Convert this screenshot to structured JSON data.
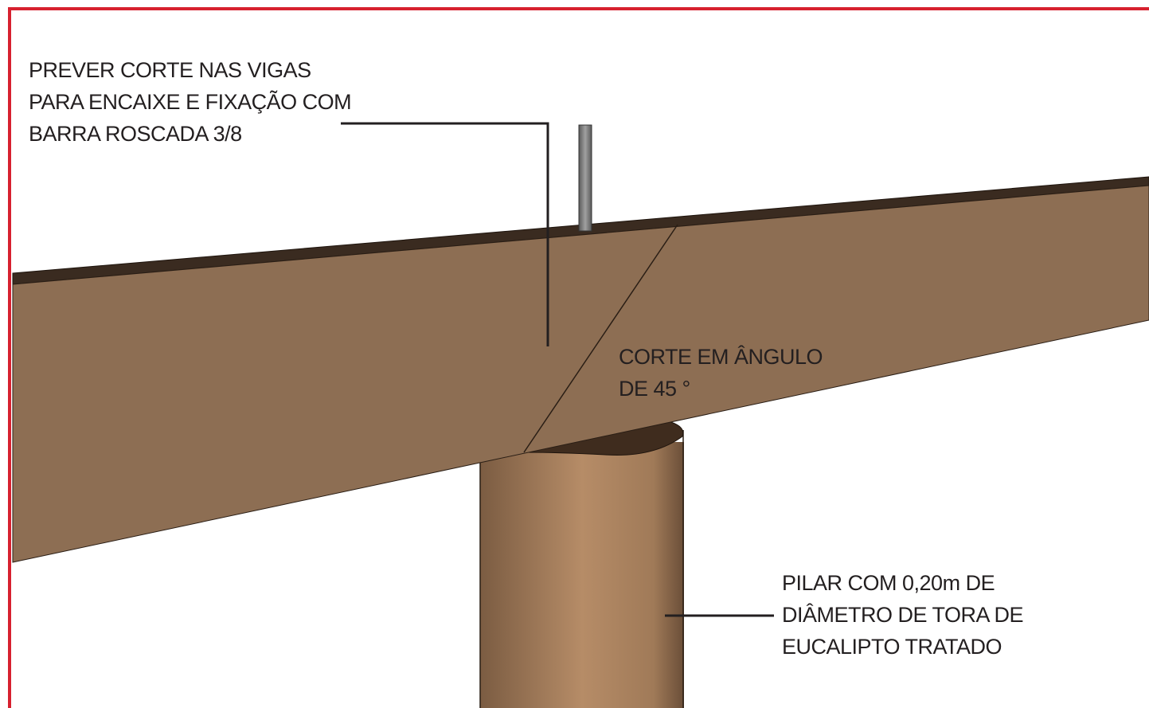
{
  "annotations": {
    "threaded_rod_note": {
      "lines": [
        "PREVER CORTE NAS VIGAS",
        "PARA ENCAIXE E FIXAÇÃO COM",
        "BARRA ROSCADA 3/8"
      ]
    },
    "angle_cut_note": {
      "lines": [
        "CORTE EM ÂNGULO",
        "DE 45 °"
      ]
    },
    "pillar_note": {
      "lines": [
        "PILAR COM 0,20m DE",
        "DIÂMETRO DE TORA DE",
        "EUCALIPTO TRATADO"
      ]
    }
  },
  "colors": {
    "frame": "#d7212f",
    "beam": "#8d6e53",
    "beam_top_edge": "#3a2b20",
    "pillar_light": "#b68c67",
    "pillar_dark": "#5e4530",
    "rod": "#7a7a7a",
    "leader": "#231f20"
  }
}
